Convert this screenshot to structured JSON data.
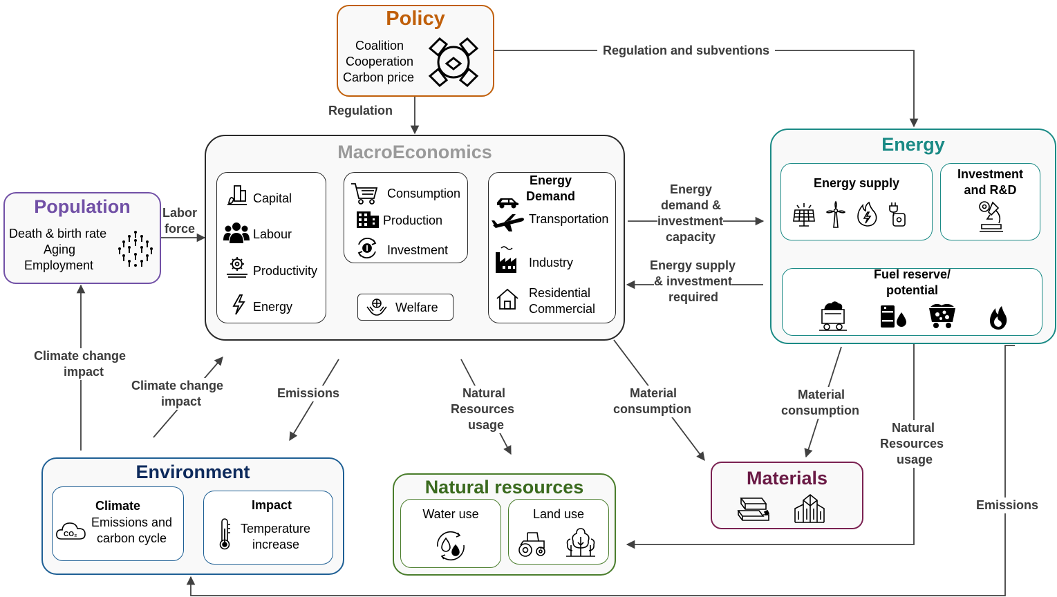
{
  "policy": {
    "title": "Policy",
    "items": [
      "Coalition",
      "Cooperation",
      "Carbon price"
    ],
    "color": "#c05f0a"
  },
  "population": {
    "title": "Population",
    "items": [
      "Death & birth rate",
      "Aging",
      "Employment"
    ],
    "color": "#7150a6"
  },
  "macro": {
    "title": "MacroEconomics",
    "inputs": [
      "Capital",
      "Labour",
      "Productivity",
      "Energy"
    ],
    "activities": [
      "Consumption",
      "Production",
      "Investment"
    ],
    "welfare": "Welfare",
    "energy_demand": {
      "title_line1": "Energy",
      "title_line2": "Demand",
      "items": [
        "Transportation",
        "Industry",
        "Residential",
        "Commercial"
      ]
    }
  },
  "energy": {
    "title": "Energy",
    "color": "#1a8a85",
    "supply": "Energy supply",
    "rnd_line1": "Investment",
    "rnd_line2": "and R&D",
    "fuel_line1": "Fuel reserve/",
    "fuel_line2": "potential"
  },
  "environment": {
    "title": "Environment",
    "color": "#1e5f94",
    "climate": {
      "title": "Climate",
      "line1": "Emissions and",
      "line2": "carbon cycle"
    },
    "impact": {
      "title": "Impact",
      "line1": "Temperature",
      "line2": "increase"
    }
  },
  "natural_resources": {
    "title": "Natural resources",
    "color": "#4a7d2c",
    "water": "Water use",
    "land": "Land use"
  },
  "materials": {
    "title": "Materials",
    "color": "#7b2252"
  },
  "flows": {
    "regulation_subventions": "Regulation and subventions",
    "regulation": "Regulation",
    "labor_force_1": "Labor",
    "labor_force_2": "force",
    "energy_demand_1": "Energy",
    "energy_demand_2": "demand &",
    "energy_demand_3": "investment",
    "energy_demand_4": "capacity",
    "energy_supply_1": "Energy supply",
    "energy_supply_2": "& investment",
    "energy_supply_3": "required",
    "cc_impact_pop_1": "Climate change",
    "cc_impact_pop_2": "impact",
    "cc_impact_macro_1": "Climate change",
    "cc_impact_macro_2": "impact",
    "emissions_macro": "Emissions",
    "nat_res_macro_1": "Natural",
    "nat_res_macro_2": "Resources",
    "nat_res_macro_3": "usage",
    "material_macro_1": "Material",
    "material_macro_2": "consumption",
    "material_energy_1": "Material",
    "material_energy_2": "consumption",
    "nat_res_energy_1": "Natural",
    "nat_res_energy_2": "Resources",
    "nat_res_energy_3": "usage",
    "emissions_energy": "Emissions"
  },
  "icons": [
    "handshake-icon",
    "crowd-icon",
    "money-city-icon",
    "people-icon",
    "gears-icon",
    "lightning-icon",
    "cart-icon",
    "factory-grid-icon",
    "cycle-coin-icon",
    "hands-globe-icon",
    "car-icon",
    "plane-icon",
    "factory-icon",
    "house-icon",
    "solar-panel-icon",
    "wind-turbine-icon",
    "fire-power-icon",
    "plug-icon",
    "microscope-icon",
    "coal-cart-icon",
    "oil-barrel-icon",
    "ore-cart-icon",
    "flame-icon",
    "co2-cloud-icon",
    "thermometer-icon",
    "water-drops-icon",
    "tractor-icon",
    "trees-icon",
    "material-blocks-icon",
    "building-icon"
  ]
}
